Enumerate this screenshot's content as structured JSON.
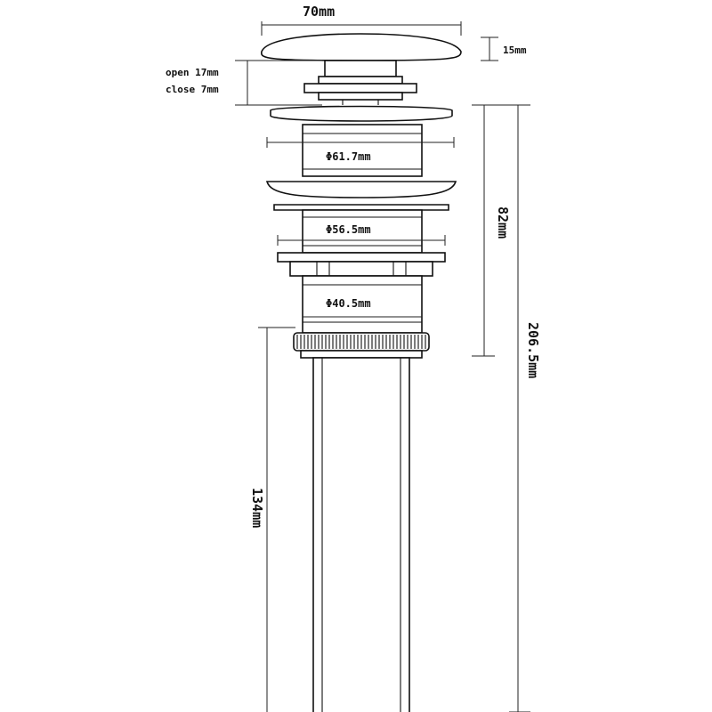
{
  "dimensions": {
    "cap_width": "70mm",
    "cap_height": "15mm",
    "stroke_open": "open 17mm",
    "stroke_close": "close 7mm",
    "dia_1": "Φ61.7mm",
    "dia_2": "Φ56.5mm",
    "dia_3": "Φ40.5mm",
    "body_height": "82mm",
    "total_height": "206.5mm",
    "tail_length": "134mm"
  },
  "colors": {
    "line": "#111111",
    "background": "#ffffff"
  }
}
